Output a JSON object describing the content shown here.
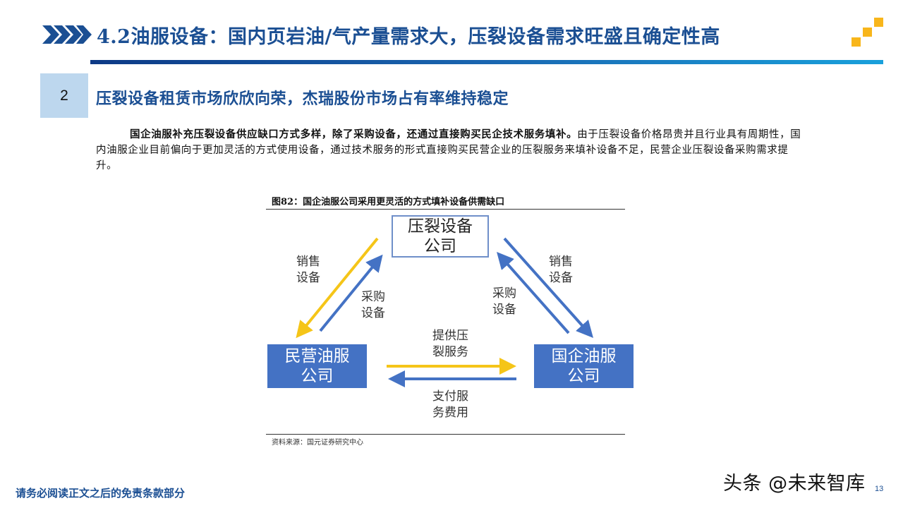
{
  "header": {
    "title": "4.2油服设备：国内页岩油/气产量需求大，压裂设备需求旺盛且确定性高",
    "chevron_icon": "triple-chevron-right-icon",
    "logo_icon": "stepped-squares-logo",
    "colors": {
      "title": "#1b4f93",
      "rule_start": "#0d3a86",
      "rule_end": "#19a0db",
      "logo": "#f8b61b"
    }
  },
  "section": {
    "number": "2",
    "title": "压裂设备租赁市场欣欣向荣，杰瑞股份市场占有率维持稳定",
    "colors": {
      "number_box": "#bdd7ee"
    }
  },
  "paragraph": {
    "bold_lead": "国企油服补充压裂设备供应缺口方式多样，除了采购设备，还通过直接购买民企技术服务填补。",
    "body": "由于压裂设备价格昂贵并且行业具有周期性，国内油服企业目前偏向于更加灵活的方式使用设备，通过技术服务的形式直接购买民营企业的压裂服务来填补设备不足，民营企业压裂设备采购需求提升。"
  },
  "figure": {
    "caption": "图82：国企油服公司采用更灵活的方式填补设备供需缺口",
    "source": "资料来源：国元证券研究中心",
    "nodes": {
      "top": {
        "line1": "压裂设备",
        "line2": "公司"
      },
      "left": {
        "line1": "民营油服",
        "line2": "公司"
      },
      "right": {
        "line1": "国企油服",
        "line2": "公司"
      }
    },
    "edges": {
      "top_to_left": {
        "line1": "销售",
        "line2": "设备",
        "color": "#f5c518"
      },
      "left_to_top": {
        "line1": "采购",
        "line2": "设备",
        "color": "#4472c4"
      },
      "top_to_right": {
        "line1": "销售",
        "line2": "设备",
        "color": "#4472c4"
      },
      "right_to_top": {
        "line1": "采购",
        "line2": "设备",
        "color": "#4472c4"
      },
      "left_to_right": {
        "line1": "提供压",
        "line2": "裂服务",
        "color": "#f5c518"
      },
      "right_to_left": {
        "line1": "支付服",
        "line2": "务费用",
        "color": "#4472c4"
      }
    }
  },
  "footer": {
    "disclaimer": "请务必阅读正文之后的免责条款部分",
    "watermark": "头条 @未来智库",
    "page_number": "13"
  }
}
